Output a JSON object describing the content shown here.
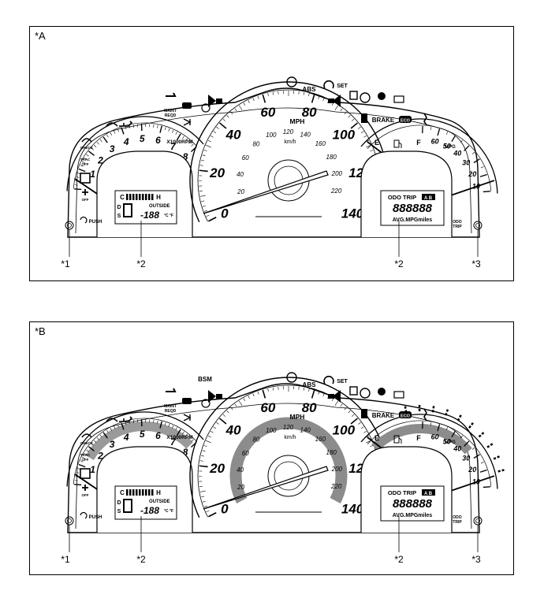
{
  "panels": [
    {
      "id": "A",
      "label": "*A",
      "bsm_visible": false,
      "callouts": {
        "c1": "*1",
        "c2a": "*2",
        "c2b": "*2",
        "c3": "*3"
      }
    },
    {
      "id": "B",
      "label": "*B",
      "bsm_visible": true,
      "callouts": {
        "c1": "*1",
        "c2a": "*2",
        "c2b": "*2",
        "c3": "*3"
      }
    }
  ],
  "gauge_text": {
    "mph": "MPH",
    "kmh": "km/h",
    "rpm_unit": "X1000RPM",
    "mpg_unit": "MPG",
    "fuel_e": "E",
    "fuel_f": "F",
    "abs": "ABS",
    "set": "SET",
    "brake": "BRAKE",
    "eco": "ECO",
    "maint": "MAINT",
    "reqd": "REQD",
    "check": "CHECK",
    "trac": "TRAC",
    "off": "OFF",
    "off2": "OFF",
    "push": "PUSH",
    "odo": "ODO",
    "trip": "TRIP",
    "bsm": "BSM",
    "lcd_left_top": "C",
    "lcd_left_h": "H",
    "lcd_outside": "OUTSIDE",
    "lcd_d": "D",
    "lcd_s": "S",
    "lcd_temp": "-188",
    "lcd_units": "°C °F",
    "lcd_right_top": "ODO TRIP",
    "lcd_right_ab": "A B",
    "lcd_right_digits": "888888",
    "lcd_right_bottom": "AVG.MPGmiles"
  },
  "scales": {
    "tach": [
      "1",
      "2",
      "3",
      "4",
      "5",
      "6",
      "7",
      "8"
    ],
    "mph": [
      "0",
      "20",
      "40",
      "60",
      "80",
      "100",
      "120",
      "140"
    ],
    "kmh": [
      "20",
      "40",
      "60",
      "80",
      "100",
      "120",
      "140",
      "160",
      "180",
      "200",
      "220"
    ],
    "mpg": [
      "10",
      "20",
      "30",
      "40",
      "50",
      "60"
    ]
  }
}
